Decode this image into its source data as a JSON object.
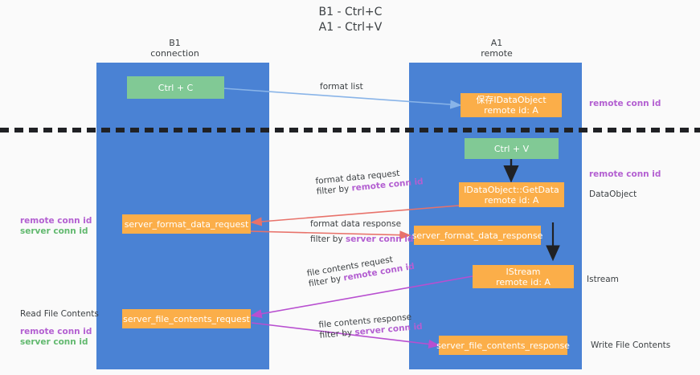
{
  "title": {
    "line1": "B1 - Ctrl+C",
    "line2": "A1 - Ctrl+V"
  },
  "lanes": [
    {
      "id": "b1",
      "name": "B1",
      "sub": "connection",
      "color": "#4a82d4"
    },
    {
      "id": "a1",
      "name": "A1",
      "sub": "remote",
      "color": "#4a82d4"
    }
  ],
  "colors": {
    "lane": "#4a82d4",
    "green_box": "#81c995",
    "orange_box": "#fbae49",
    "remote_conn_id": "#b35fd1",
    "server_conn_id": "#62b96f",
    "arrow_blue": "#89b4e8",
    "arrow_red": "#e8726a",
    "arrow_purple": "#b84fd0",
    "arrow_black": "#202124",
    "divider": "#202124"
  },
  "boxes": [
    {
      "id": "ctrl-c",
      "label1": "Ctrl + C",
      "label2": "",
      "kind": "green"
    },
    {
      "id": "save-idataobject",
      "label1": "保存IDataObject",
      "label2": "remote id: A",
      "kind": "orange"
    },
    {
      "id": "ctrl-v",
      "label1": "Ctrl + V",
      "label2": "",
      "kind": "green"
    },
    {
      "id": "idataobject-getdata",
      "label1": "IDataObject::GetData",
      "label2": "remote id: A",
      "kind": "orange"
    },
    {
      "id": "server-format-data-request",
      "label1": "server_format_data_request",
      "label2": "",
      "kind": "orange"
    },
    {
      "id": "server-format-data-response",
      "label1": "server_format_data_response",
      "label2": "",
      "kind": "orange"
    },
    {
      "id": "istream",
      "label1": "IStream",
      "label2": "remote id: A",
      "kind": "orange"
    },
    {
      "id": "server-file-contents-request",
      "label1": "server_file_contents_request",
      "label2": "",
      "kind": "orange"
    },
    {
      "id": "server-file-contents-response",
      "label1": "server_file_contents_response",
      "label2": "",
      "kind": "orange"
    }
  ],
  "edge_labels": {
    "format_list": "format list",
    "format_data_request": "format data request",
    "format_data_request_filter_prefix": "filter by ",
    "format_data_request_filter_key": "remote conn id",
    "format_data_response": "format data response",
    "format_data_response_filter_prefix": "filter by ",
    "format_data_response_filter_key": "server conn id",
    "file_contents_request": "file contents request",
    "file_contents_request_filter_prefix": "filter by ",
    "file_contents_request_filter_key": "remote conn id",
    "file_contents_response": "file contents response",
    "file_contents_response_filter_prefix": "filter by ",
    "file_contents_response_filter_key": "server conn id"
  },
  "annotations": {
    "right_top_remote_conn_id": "remote conn id",
    "right_mid_remote_conn_id": "remote conn id",
    "right_dataobject": "DataObject",
    "right_istream": "Istream",
    "right_write_file_contents": "Write File Contents",
    "left_mid_remote_conn_id": "remote conn id",
    "left_mid_server_conn_id": "server conn id",
    "left_bottom_read_file_contents": "Read File Contents",
    "left_bottom_remote_conn_id": "remote conn id",
    "left_bottom_server_conn_id": "server conn id"
  }
}
